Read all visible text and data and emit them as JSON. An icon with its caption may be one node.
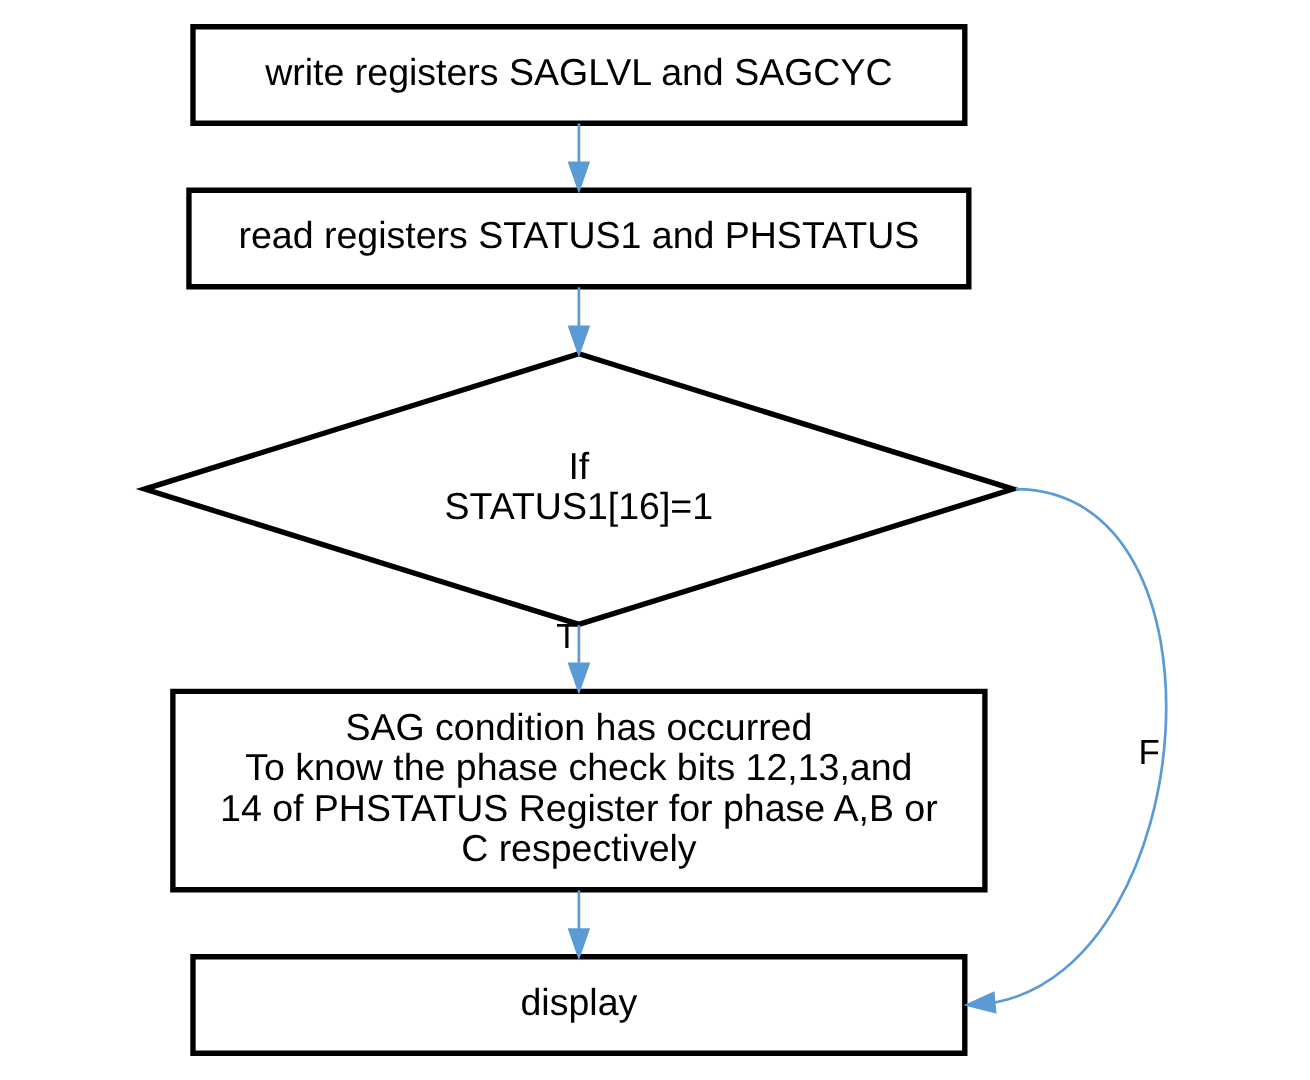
{
  "diagram": {
    "nodes": [
      {
        "text": [
          "write registers SAGLVL and SAGCYC"
        ]
      },
      {
        "text": [
          "read registers STATUS1 and PHSTATUS"
        ]
      },
      {
        "text": [
          "If STATUS1[16]=1"
        ]
      },
      {
        "text": [
          "SAG condition has occurred",
          "To know the phase check bits 12,13,and 14 of PHSTATUS Register for phase A,B or C respectively"
        ]
      },
      {
        "text": [
          "display"
        ]
      }
    ],
    "edges": [
      {
        "from": 0,
        "to": 1,
        "arrow": "to"
      },
      {
        "from": 1,
        "to": 2,
        "arrow": "to"
      },
      {
        "from": 2,
        "to": 3,
        "arrow": "to",
        "label": "T"
      },
      {
        "from": 3,
        "to": 4,
        "arrow": "to"
      },
      {
        "from": 2,
        "to": 4,
        "arrow": "to",
        "label": "F"
      }
    ]
  }
}
